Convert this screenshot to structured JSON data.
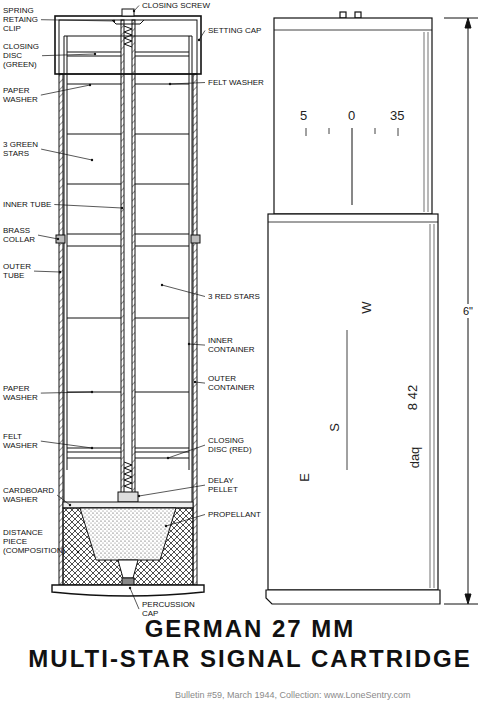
{
  "diagram": {
    "title": "GERMAN 27 MM MULTI-STAR SIGNAL CARTRIDGE",
    "labels": [
      "SPRING RETAING CLIP",
      "CLOSING SCREW",
      "SETTING CAP",
      "CLOSING DISC (GREEN)",
      "FELT WASHER",
      "PAPER WASHER",
      "3 GREEN STARS",
      "INNER TUBE",
      "BRASS COLLAR",
      "OUTER TUBE",
      "3 RED STARS",
      "INNER CONTAINER",
      "OUTER CONTAINER",
      "PAPER WASHER",
      "FELT WASHER",
      "CLOSING DISC (RED)",
      "DELAY PELLET",
      "CARDBOARD WASHER",
      "PROPELLANT",
      "DISTANCE PIECE (COMPOSITION)",
      "PERCUSSION CAP",
      "5",
      "0",
      "35",
      "W",
      "S",
      "E",
      "8 42",
      "daq",
      "6\"",
      "Bulletin #59, March 1944, Collection: www.LoneSentry.com"
    ]
  }
}
